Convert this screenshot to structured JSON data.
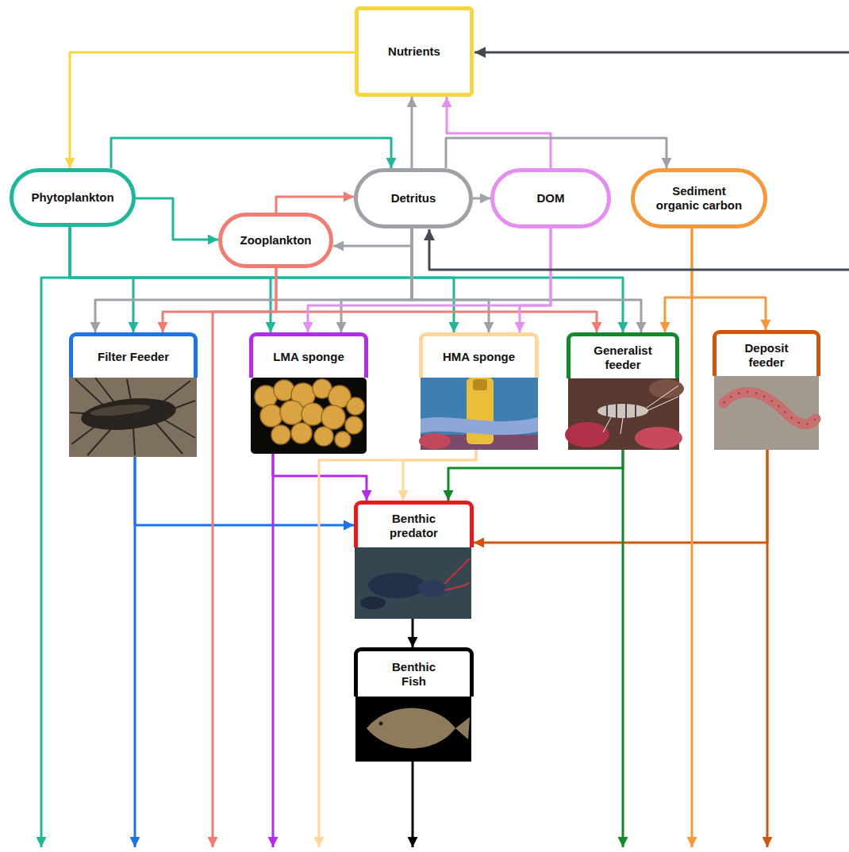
{
  "diagram": {
    "nodes": [
      {
        "text": [
          "Nutrients"
        ]
      },
      {
        "text": [
          "Phytoplankton"
        ]
      },
      {
        "text": [
          "Detritus"
        ]
      },
      {
        "text": [
          "DOM"
        ]
      },
      {
        "text": [
          "Sediment organic carbon"
        ]
      },
      {
        "text": [
          "Zooplankton"
        ]
      },
      {
        "text": [
          "Filter Feeder"
        ]
      },
      {
        "text": [
          "LMA sponge"
        ]
      },
      {
        "text": [
          "HMA sponge"
        ]
      },
      {
        "text": [
          "Generalist feeder"
        ]
      },
      {
        "text": [
          "Deposit feeder"
        ]
      },
      {
        "text": [
          "Benthic predator"
        ]
      },
      {
        "text": [
          "Benthic Fish"
        ]
      }
    ],
    "edges": [
      {
        "from": 0,
        "to": 1,
        "arrow": "to"
      },
      {
        "from": 1,
        "to": 2,
        "arrow": "to"
      },
      {
        "from": 1,
        "to": 5,
        "arrow": "to"
      },
      {
        "from": 5,
        "to": 2,
        "arrow": "to"
      },
      {
        "from": 2,
        "to": 5,
        "arrow": "to"
      },
      {
        "from": 2,
        "to": 0,
        "arrow": "to"
      },
      {
        "from": 3,
        "to": 0,
        "arrow": "to"
      },
      {
        "from": 2,
        "to": 3,
        "arrow": "to"
      },
      {
        "from": 2,
        "to": 4,
        "arrow": "to"
      },
      {
        "from": 1,
        "to": 6,
        "arrow": "to"
      },
      {
        "from": 1,
        "to": 7,
        "arrow": "to"
      },
      {
        "from": 1,
        "to": 8,
        "arrow": "to"
      },
      {
        "from": 1,
        "to": 9,
        "arrow": "to"
      },
      {
        "from": 2,
        "to": 6,
        "arrow": "to"
      },
      {
        "from": 2,
        "to": 7,
        "arrow": "to"
      },
      {
        "from": 2,
        "to": 8,
        "arrow": "to"
      },
      {
        "from": 2,
        "to": 9,
        "arrow": "to"
      },
      {
        "from": 5,
        "to": 6,
        "arrow": "to"
      },
      {
        "from": 5,
        "to": 9,
        "arrow": "to"
      },
      {
        "from": 3,
        "to": 7,
        "arrow": "to"
      },
      {
        "from": 3,
        "to": 8,
        "arrow": "to"
      },
      {
        "from": 4,
        "to": 9,
        "arrow": "to"
      },
      {
        "from": 4,
        "to": 10,
        "arrow": "to"
      },
      {
        "from": 6,
        "to": 11,
        "arrow": "to"
      },
      {
        "from": 7,
        "to": 11,
        "arrow": "to"
      },
      {
        "from": 8,
        "to": 11,
        "arrow": "to"
      },
      {
        "from": 9,
        "to": 11,
        "arrow": "to"
      },
      {
        "from": 10,
        "to": 11,
        "arrow": "to"
      },
      {
        "from": 11,
        "to": 12,
        "arrow": "to"
      }
    ]
  }
}
